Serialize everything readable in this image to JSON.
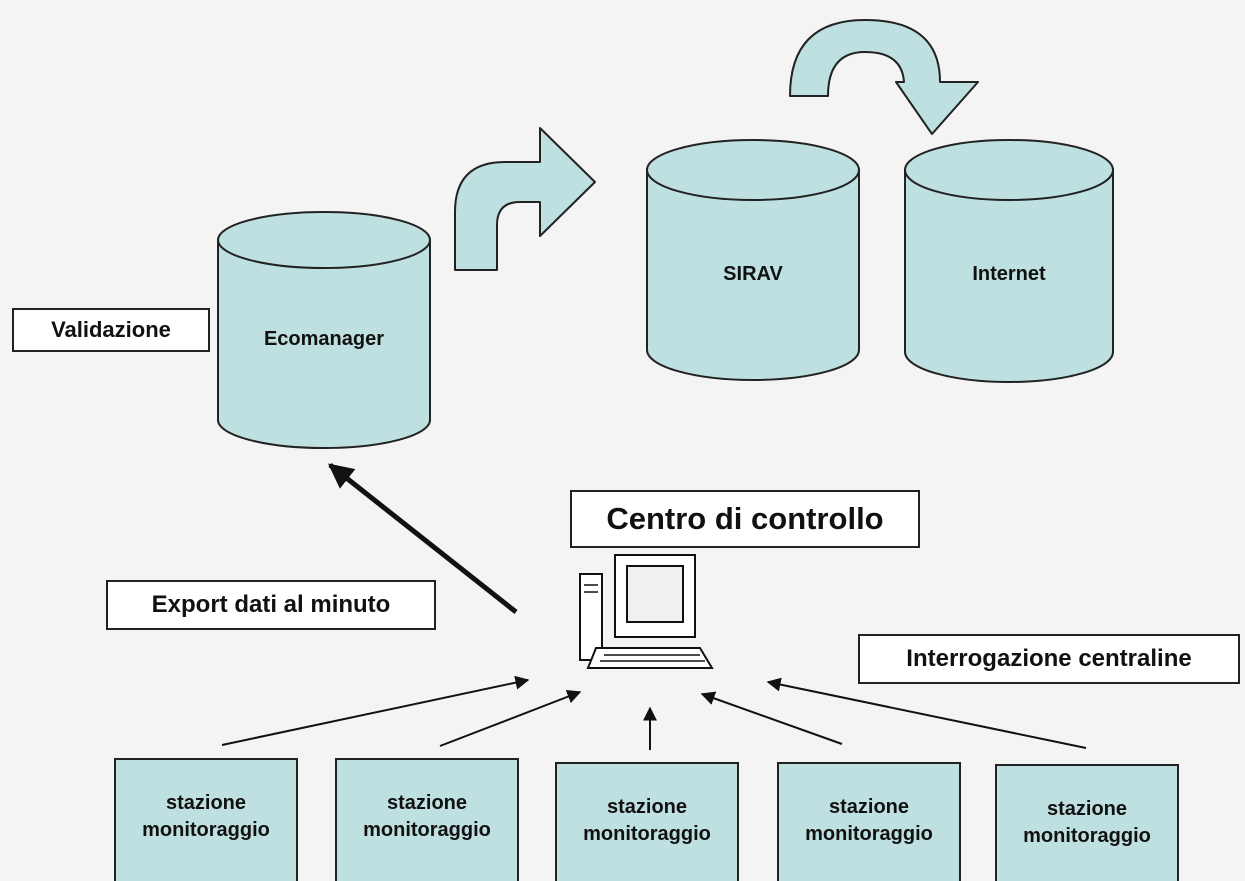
{
  "databases": {
    "ecomanager": "Ecomanager",
    "sirav": "SIRAV",
    "internet": "Internet"
  },
  "labels": {
    "validazione": "Validazione",
    "centro": "Centro di controllo",
    "export": "Export dati al minuto",
    "interrogazione": "Interrogazione centraline"
  },
  "stations": [
    {
      "line1": "stazione",
      "line2": "monitoraggio"
    },
    {
      "line1": "stazione",
      "line2": "monitoraggio"
    },
    {
      "line1": "stazione",
      "line2": "monitoraggio"
    },
    {
      "line1": "stazione",
      "line2": "monitoraggio"
    },
    {
      "line1": "stazione",
      "line2": "monitoraggio"
    }
  ],
  "colors": {
    "cylinder_fill": "#bfe0e0",
    "outline": "#222222",
    "arrow": "#111111"
  }
}
